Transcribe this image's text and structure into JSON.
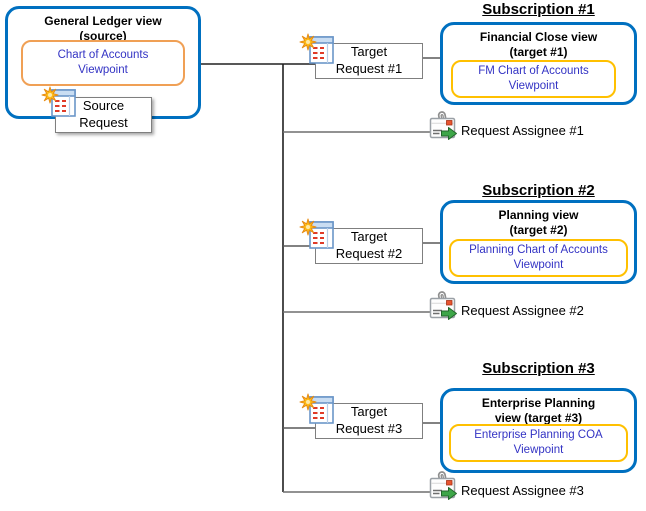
{
  "diagram": {
    "source": {
      "title": "General Ledger view\n(source)",
      "viewpoint": "Chart of Accounts\nViewpoint",
      "request_label": "Source\nRequest"
    },
    "subscriptions": [
      {
        "heading": "Subscription #1",
        "view_title": "Financial Close view\n(target #1)",
        "viewpoint": "FM Chart of Accounts\nViewpoint",
        "target_request": "Target\nRequest #1",
        "assignee": "Request Assignee #1"
      },
      {
        "heading": "Subscription #2",
        "view_title": "Planning view\n(target #2)",
        "viewpoint": "Planning Chart of Accounts\nViewpoint",
        "target_request": "Target\nRequest #2",
        "assignee": "Request Assignee #2"
      },
      {
        "heading": "Subscription #3",
        "view_title": "Enterprise Planning\nview (target #3)",
        "viewpoint": "Enterprise Planning COA\nViewpoint",
        "target_request": "Target\nRequest #3",
        "assignee": "Request Assignee #3"
      }
    ],
    "icons": {
      "target_request": "new-request-spreadsheet-icon",
      "assignee": "mail-with-paperclip-forward-icon"
    },
    "colors": {
      "view_border_blue": "#0070C0",
      "viewpoint_border_gold": "#FFC000",
      "source_viewpoint_border_orange": "#F0A055",
      "viewpoint_text_blue": "#3333C4",
      "request_box_border_gray": "#7f7f7f",
      "connector_dark": "#202020",
      "connector_gray": "#595959",
      "star_yellow": "#FFC019",
      "arrow_green": "#3DA648",
      "dash_red": "#E03B28"
    }
  }
}
